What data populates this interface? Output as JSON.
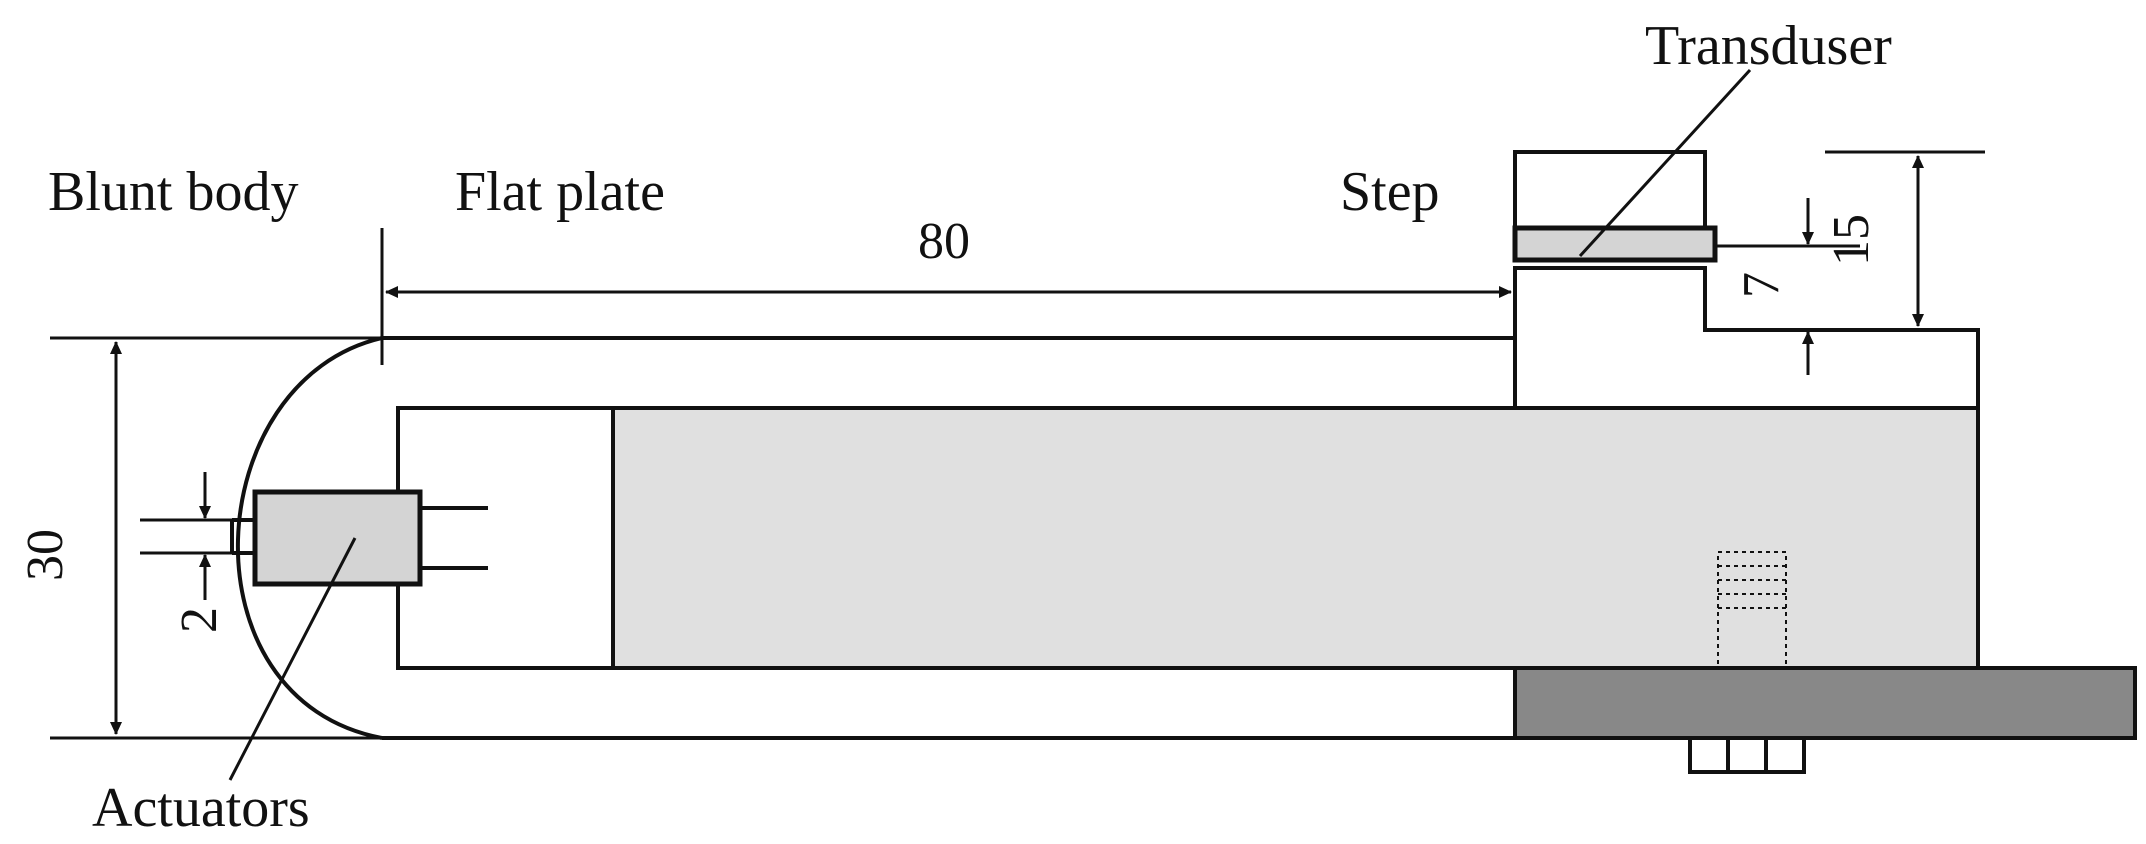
{
  "labels": {
    "blunt_body": "Blunt body",
    "flat_plate": "Flat plate",
    "step": "Step",
    "transducer": "Transduser",
    "actuators": "Actuators"
  },
  "dimensions": {
    "plate_length": "80",
    "total_height": "30",
    "slot_width": "2",
    "transducer_depth": "7",
    "step_height": "15"
  },
  "colors": {
    "line": "#111111",
    "light_fill": "#e0e0e0",
    "actuator_fill": "#d4d4d4",
    "dark_fill": "#888888"
  }
}
